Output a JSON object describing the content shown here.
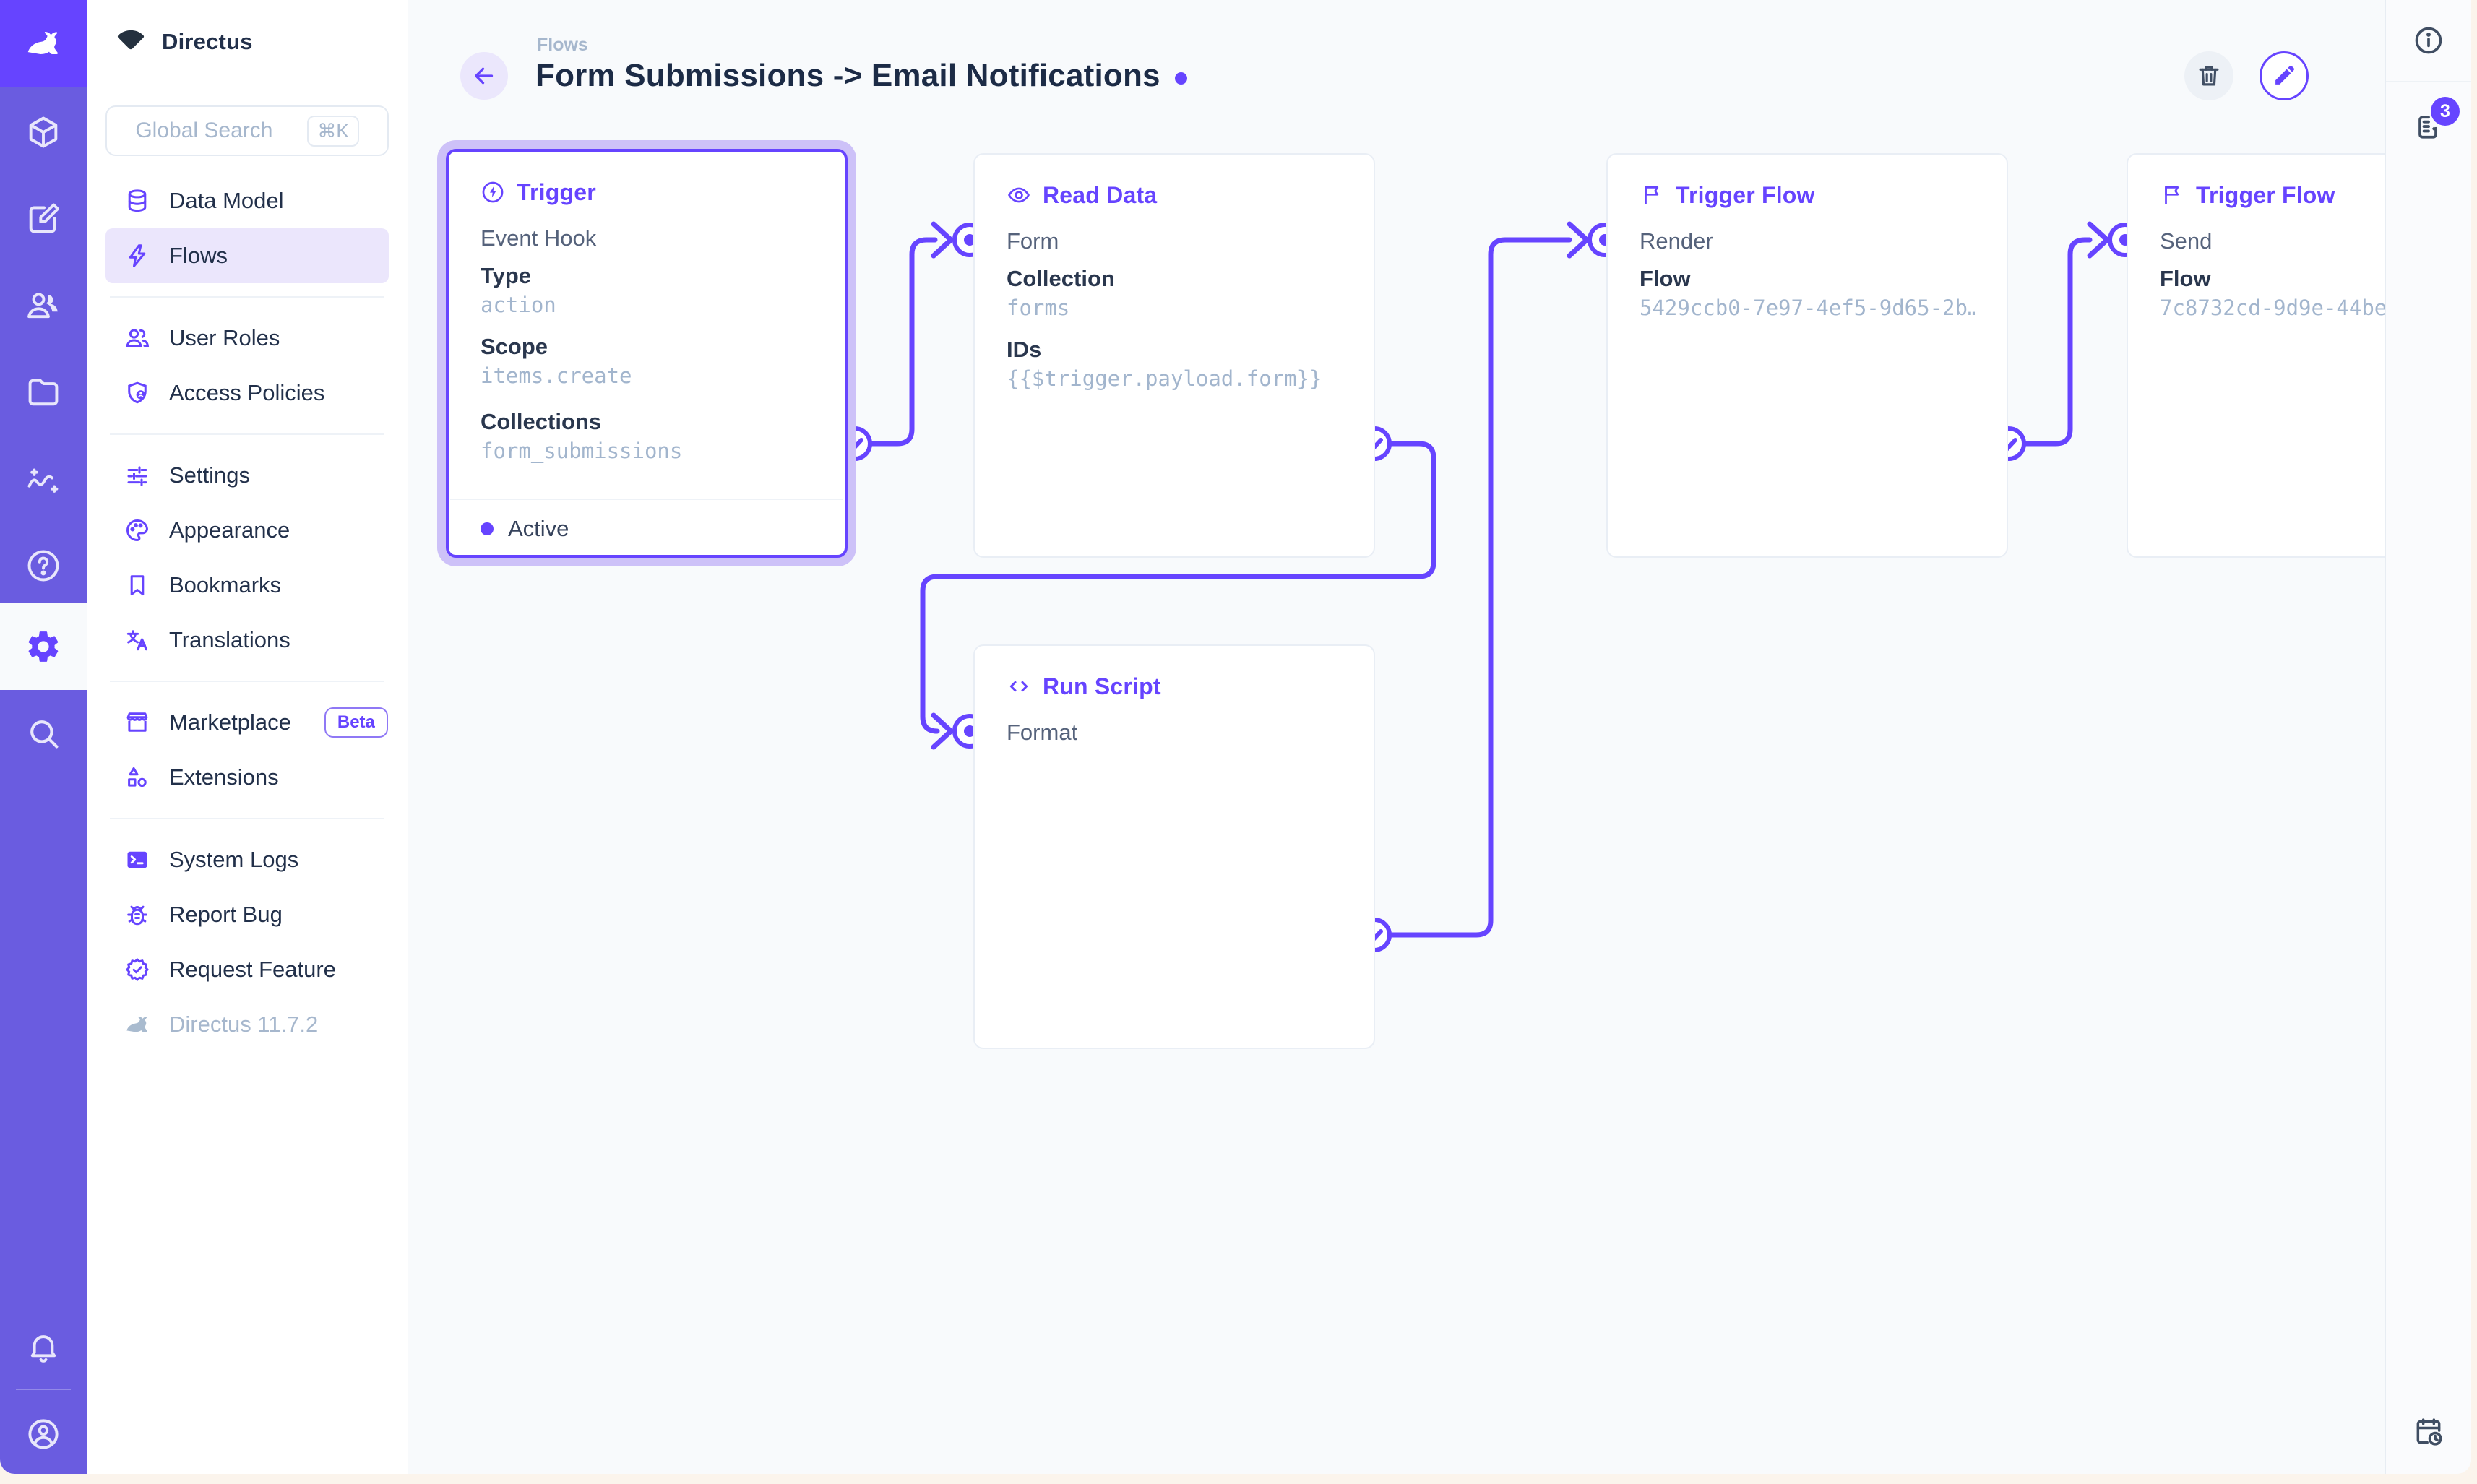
{
  "colors": {
    "accent": "#6644FF",
    "module_bar": "#6A5CE0",
    "logo_tile": "#6644FF",
    "text_dark": "#1C2B46",
    "text_subdued": "#A2B5CD",
    "selection_halo": "#CDC1F8",
    "nav_active_bg": "#EBE6FC"
  },
  "module_bar": {
    "icons": [
      "directus-rabbit-logo",
      "content-cube",
      "editor-pencil-square",
      "users",
      "files-folder",
      "insights",
      "help-question",
      "settings-gear",
      "search-magnifier",
      "notifications-bell",
      "avatar-user"
    ]
  },
  "nav": {
    "project_name": "Directus",
    "search": {
      "placeholder": "Global Search",
      "shortcut": "⌘K"
    },
    "sections": [
      {
        "items": [
          {
            "label": "Data Model",
            "icon": "database"
          },
          {
            "label": "Flows",
            "icon": "bolt"
          }
        ]
      },
      {
        "items": [
          {
            "label": "User Roles",
            "icon": "users"
          },
          {
            "label": "Access Policies",
            "icon": "shield-user"
          }
        ]
      },
      {
        "items": [
          {
            "label": "Settings",
            "icon": "tune-sliders"
          },
          {
            "label": "Appearance",
            "icon": "palette"
          },
          {
            "label": "Bookmarks",
            "icon": "bookmark"
          },
          {
            "label": "Translations",
            "icon": "translate"
          }
        ]
      },
      {
        "items": [
          {
            "label": "Marketplace",
            "icon": "storefront",
            "badge": "Beta"
          },
          {
            "label": "Extensions",
            "icon": "shapes"
          }
        ]
      },
      {
        "items": [
          {
            "label": "System Logs",
            "icon": "terminal"
          },
          {
            "label": "Report Bug",
            "icon": "bug"
          },
          {
            "label": "Request Feature",
            "icon": "seal-check"
          }
        ]
      }
    ],
    "marketplace_badge": "Beta",
    "version": "Directus 11.7.2"
  },
  "header": {
    "breadcrumb": "Flows",
    "title": "Form Submissions -> Email Notifications"
  },
  "rail": {
    "logs_badge_count": "3"
  },
  "flow": {
    "panels": {
      "trigger": {
        "title": "Trigger",
        "icon": "circled-bolt",
        "key": "Event Hook",
        "fields": [
          {
            "label": "Type",
            "value": "action"
          },
          {
            "label": "Scope",
            "value": "items.create"
          },
          {
            "label": "Collections",
            "value": "form_submissions"
          }
        ],
        "status": "Active"
      },
      "read_data": {
        "title": "Read Data",
        "icon": "eye",
        "key": "Form",
        "fields": [
          {
            "label": "Collection",
            "value": "forms"
          },
          {
            "label": "IDs",
            "value": "{{$trigger.payload.form}}"
          }
        ]
      },
      "trigger_flow_render": {
        "title": "Trigger Flow",
        "icon": "flag",
        "key": "Render",
        "fields": [
          {
            "label": "Flow",
            "value": "5429ccb0-7e97-4ef5-9d65-2b…"
          }
        ]
      },
      "trigger_flow_send": {
        "title": "Trigger Flow",
        "icon": "flag",
        "key": "Send",
        "fields": [
          {
            "label": "Flow",
            "value": "7c8732cd-9d9e-44be"
          }
        ]
      },
      "run_script": {
        "title": "Run Script",
        "icon": "code-brackets",
        "key": "Format"
      }
    }
  }
}
